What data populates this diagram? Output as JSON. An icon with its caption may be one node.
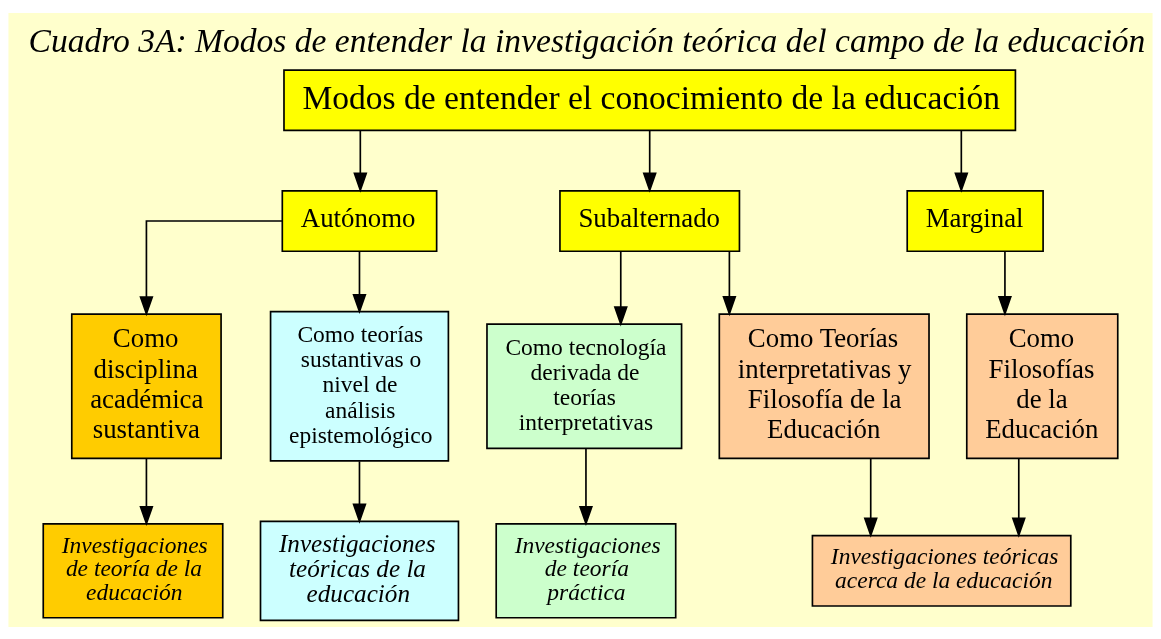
{
  "diagram": {
    "title": "Cuadro 3A: Modos de entender la investigación teórica del campo de la educación",
    "nodes": [
      {
        "text": [
          "Modos de entender el conocimiento de la educación"
        ]
      },
      {
        "text": [
          "Autónomo"
        ]
      },
      {
        "text": [
          "Subalternado"
        ]
      },
      {
        "text": [
          "Marginal"
        ]
      },
      {
        "text": [
          "Como disciplina académica sustantiva"
        ]
      },
      {
        "text": [
          "Como teorías sustantivas o nivel de análisis epistemológico"
        ]
      },
      {
        "text": [
          "Como tecnología derivada de teorías interpretativas"
        ]
      },
      {
        "text": [
          "Como Teorías interpretativas y Filosofía de la Educación"
        ]
      },
      {
        "text": [
          "Como Filosofías de la Educación"
        ]
      },
      {
        "text": [
          "Investigaciones de teoría de la educación"
        ]
      },
      {
        "text": [
          "Investigaciones teóricas de la educación"
        ]
      },
      {
        "text": [
          "Investigaciones de teoría práctica"
        ]
      },
      {
        "text": [
          "Investigaciones teóricas acerca de la educación"
        ]
      }
    ],
    "edges": [
      {
        "from": 0,
        "to": 1,
        "arrow": "to"
      },
      {
        "from": 0,
        "to": 2,
        "arrow": "to"
      },
      {
        "from": 0,
        "to": 3,
        "arrow": "to"
      },
      {
        "from": 1,
        "to": 4,
        "arrow": "to"
      },
      {
        "from": 1,
        "to": 5,
        "arrow": "to"
      },
      {
        "from": 2,
        "to": 6,
        "arrow": "to"
      },
      {
        "from": 2,
        "to": 7,
        "arrow": "to"
      },
      {
        "from": 3,
        "to": 8,
        "arrow": "to"
      },
      {
        "from": 4,
        "to": 9,
        "arrow": "to"
      },
      {
        "from": 5,
        "to": 10,
        "arrow": "to"
      },
      {
        "from": 6,
        "to": 11,
        "arrow": "to"
      },
      {
        "from": 7,
        "to": 12,
        "arrow": "to"
      },
      {
        "from": 8,
        "to": 12,
        "arrow": "to"
      }
    ]
  }
}
